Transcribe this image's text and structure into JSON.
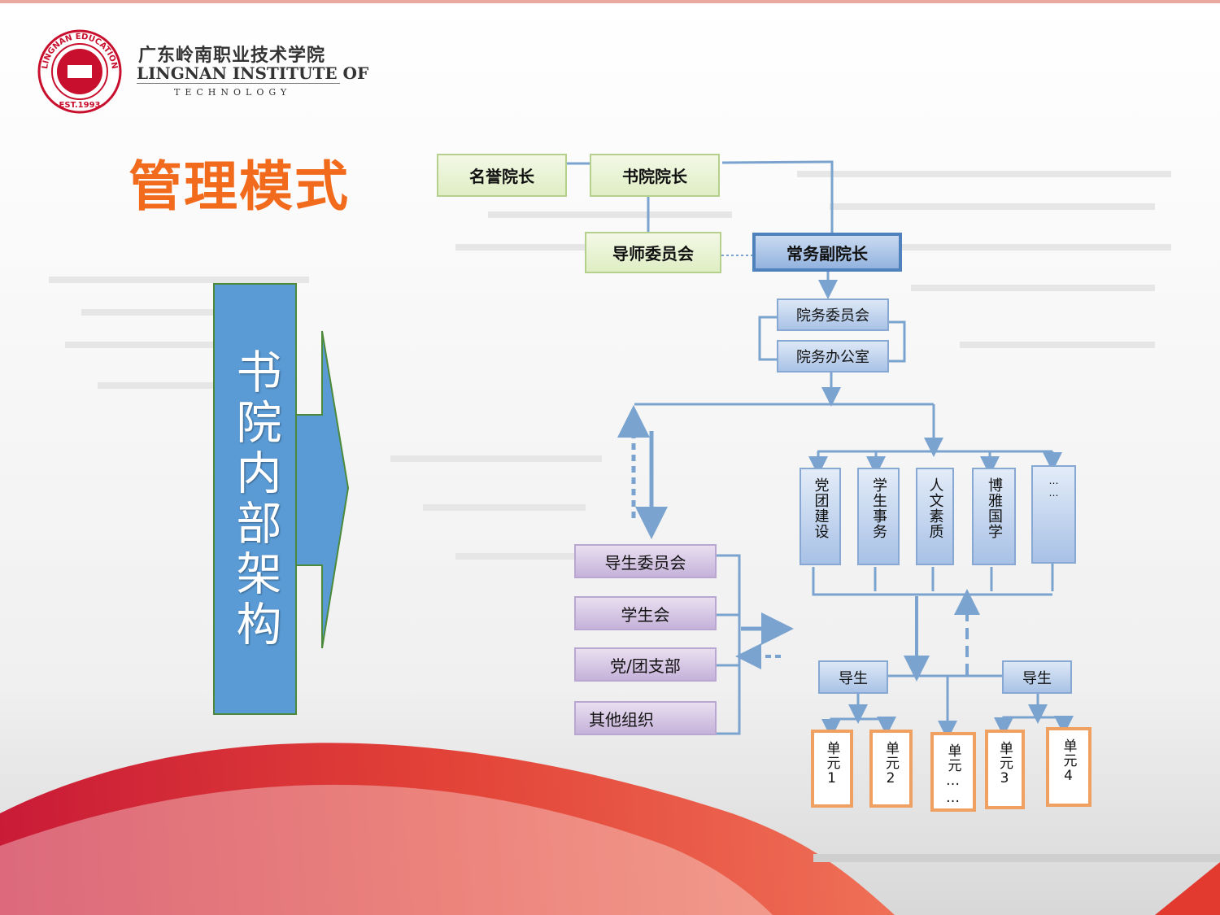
{
  "header": {
    "school_cn": "广东岭南职业技术学院",
    "school_en": "LINGNAN INSTITUTE OF",
    "school_en2": "TECHNOLOGY",
    "seal_top": "LINGNAN EDUCATION",
    "seal_bottom": "EST.1993"
  },
  "title": "管理模式",
  "side_label": "书院内部架构",
  "top": {
    "honorary_dean": "名誉院长",
    "dean": "书院院长",
    "mentor_committee": "导师委员会",
    "executive_vice_dean": "常务副院长"
  },
  "affairs": {
    "committee": "院务委员会",
    "office": "院务办公室"
  },
  "departments": [
    "党团建设",
    "学生事务",
    "人文素质",
    "博雅国学",
    "……"
  ],
  "organizations": [
    "导生委员会",
    "学生会",
    "党/团支部",
    "其他组织"
  ],
  "mentors": [
    "导生",
    "导生"
  ],
  "units": [
    "单元1",
    "单元2",
    "单元……",
    "单元3",
    "单元4"
  ],
  "colors": {
    "title": "#f26a1b",
    "connector": "#7ba3cf",
    "unit_border": "#f0a060",
    "side_box": "#5a9bd5"
  }
}
